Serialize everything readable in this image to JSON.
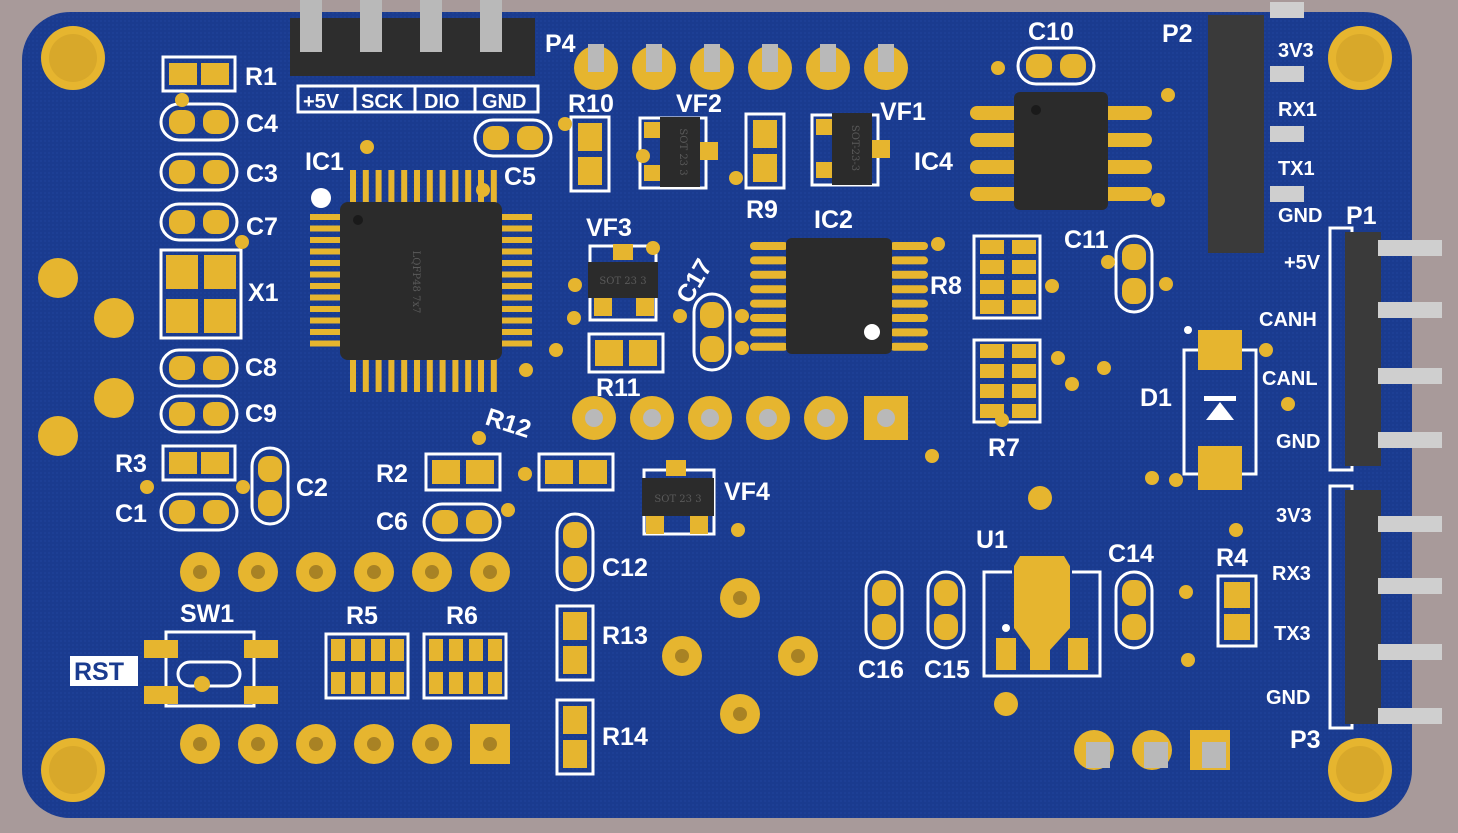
{
  "colors": {
    "board": "#1a3b8f",
    "board_edge": "#1c3c90",
    "pad": "#e6b52f",
    "silk": "#ffffff",
    "ic_body": "#2b2b2b",
    "header_body": "#3a3a3a",
    "pin": "#b9b9b9",
    "background": "#a89a9a"
  },
  "designators": {
    "r1": "R1",
    "c4": "C4",
    "c3": "C3",
    "c7": "C7",
    "x1": "X1",
    "c8": "C8",
    "c9": "C9",
    "r3": "R3",
    "c1": "C1",
    "c2": "C2",
    "ic1": "IC1",
    "c5": "C5",
    "r10": "R10",
    "vf2": "VF2",
    "vf1": "VF1",
    "r9": "R9",
    "c10": "C10",
    "ic4": "IC4",
    "vf3": "VF3",
    "c17": "C17",
    "ic2": "IC2",
    "r8": "R8",
    "c11": "C11",
    "r11": "R11",
    "r12": "R12",
    "r2": "R2",
    "c6": "C6",
    "vf4": "VF4",
    "r7": "R7",
    "d1": "D1",
    "p1": "P1",
    "p2": "P2",
    "p3": "P3",
    "p4": "P4",
    "u1": "U1",
    "c14": "C14",
    "r4": "R4",
    "c12": "C12",
    "r13": "R13",
    "r14": "R14",
    "c16": "C16",
    "c15": "C15",
    "sw1": "SW1",
    "r5": "R5",
    "r6": "R6",
    "rst": "RST"
  },
  "p4_pins": [
    "+5V",
    "SCK",
    "DIO",
    "GND"
  ],
  "p2_pins": [
    "3V3",
    "RX1",
    "TX1",
    "GND"
  ],
  "p1_pins": [
    "+5V",
    "CANH",
    "CANL",
    "GND"
  ],
  "p3_pins": [
    "3V3",
    "RX3",
    "TX3",
    "GND"
  ],
  "package_marks": {
    "ic1": "LQFP48 7x7",
    "sot": "SOT 23 3",
    "sot_vf1": "SOT-23-3"
  }
}
